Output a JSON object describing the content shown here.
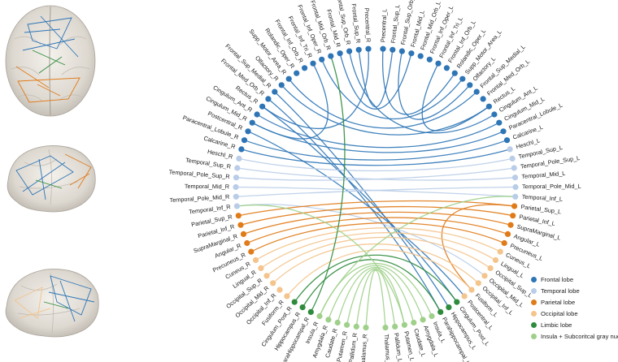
{
  "lobe_colors": {
    "frontal": "#2e75b6",
    "temporal": "#b9cde8",
    "parietal": "#e07b1a",
    "occipital": "#f3c48c",
    "limbic": "#2e8b3c",
    "insula_subcortical": "#9fd08a"
  },
  "legend": [
    {
      "label": "Frontal lobe",
      "color": "#2e75b6"
    },
    {
      "label": "Temporal lobe",
      "color": "#b9cde8"
    },
    {
      "label": "Parietal lobe",
      "color": "#e07b1a"
    },
    {
      "label": "Occipital lobe",
      "color": "#f3c48c"
    },
    {
      "label": "Limbic lobe",
      "color": "#2e8b3c"
    },
    {
      "label": "Insula + Subcoritcal gray nuclei",
      "color": "#9fd08a"
    }
  ],
  "nodes_right": [
    {
      "label": "Precentral_R",
      "lobe": "frontal"
    },
    {
      "label": "Frontal_Sup_R",
      "lobe": "frontal"
    },
    {
      "label": "Frontal_Sup_Orb_R",
      "lobe": "frontal"
    },
    {
      "label": "Frontal_Mid_R",
      "lobe": "frontal"
    },
    {
      "label": "Frontal_Mid_Orb_R",
      "lobe": "frontal"
    },
    {
      "label": "Frontal_Inf_Oper_R",
      "lobe": "frontal"
    },
    {
      "label": "Frontal_Inf_Tri_R",
      "lobe": "frontal"
    },
    {
      "label": "Frontal_Inf_Orb_R",
      "lobe": "frontal"
    },
    {
      "label": "Rolandic_Oper_R",
      "lobe": "frontal"
    },
    {
      "label": "Supp_Motor_Area_R",
      "lobe": "frontal"
    },
    {
      "label": "Olfactory_R",
      "lobe": "frontal"
    },
    {
      "label": "Frontal_Sup_Medial_R",
      "lobe": "frontal"
    },
    {
      "label": "Frontal_Med_Orb_R",
      "lobe": "frontal"
    },
    {
      "label": "Rectus_R",
      "lobe": "frontal"
    },
    {
      "label": "Cingulum_Ant_R",
      "lobe": "frontal"
    },
    {
      "label": "Cingulum_Mid_R",
      "lobe": "frontal"
    },
    {
      "label": "Postcentral_R",
      "lobe": "frontal"
    },
    {
      "label": "Paracentral_Lobule_R",
      "lobe": "frontal"
    },
    {
      "label": "Calcarine_R",
      "lobe": "frontal"
    },
    {
      "label": "Heschl_R",
      "lobe": "temporal"
    },
    {
      "label": "Temporal_Sup_R",
      "lobe": "temporal"
    },
    {
      "label": "Temporal_Pole_Sup_R",
      "lobe": "temporal"
    },
    {
      "label": "Temporal_Mid_R",
      "lobe": "temporal"
    },
    {
      "label": "Temporal_Pole_Mid_R",
      "lobe": "temporal"
    },
    {
      "label": "Temporal_Inf_R",
      "lobe": "temporal"
    },
    {
      "label": "Parietal_Sup_R",
      "lobe": "parietal"
    },
    {
      "label": "Parietal_Inf_R",
      "lobe": "parietal"
    },
    {
      "label": "SupraMarginal_R",
      "lobe": "parietal"
    },
    {
      "label": "Angular_R",
      "lobe": "parietal"
    },
    {
      "label": "Precuneus_R",
      "lobe": "parietal"
    },
    {
      "label": "Cuneus_R",
      "lobe": "occipital"
    },
    {
      "label": "Lingual_R",
      "lobe": "occipital"
    },
    {
      "label": "Occipital_Sup_R",
      "lobe": "occipital"
    },
    {
      "label": "Occipital_Mid_R",
      "lobe": "occipital"
    },
    {
      "label": "Occipital_Inf_R",
      "lobe": "occipital"
    },
    {
      "label": "Fusiform_R",
      "lobe": "occipital"
    },
    {
      "label": "Cingulum_Post_R",
      "lobe": "limbic"
    },
    {
      "label": "Hippocampus_R",
      "lobe": "limbic"
    },
    {
      "label": "ParaHippocampal_R",
      "lobe": "limbic"
    },
    {
      "label": "Insula_R",
      "lobe": "insula_subcortical"
    },
    {
      "label": "Amygdala_R",
      "lobe": "insula_subcortical"
    },
    {
      "label": "Caudate_R",
      "lobe": "insula_subcortical"
    },
    {
      "label": "Putamen_R",
      "lobe": "insula_subcortical"
    },
    {
      "label": "Pallidum_R",
      "lobe": "insula_subcortical"
    },
    {
      "label": "Thalamus_R",
      "lobe": "insula_subcortical"
    }
  ],
  "nodes_left": [
    {
      "label": "Precentral_L",
      "lobe": "frontal"
    },
    {
      "label": "Frontal_Sup_L",
      "lobe": "frontal"
    },
    {
      "label": "Frontal_Sup_Orb_L",
      "lobe": "frontal"
    },
    {
      "label": "Frontal_Mid_L",
      "lobe": "frontal"
    },
    {
      "label": "Frontal_Mid_Orb_L",
      "lobe": "frontal"
    },
    {
      "label": "Frontal_Inf_Oper_L",
      "lobe": "frontal"
    },
    {
      "label": "Frontal_Inf_Tri_L",
      "lobe": "frontal"
    },
    {
      "label": "Frontal_Inf_Orb_L",
      "lobe": "frontal"
    },
    {
      "label": "Rolandic_Oper_L",
      "lobe": "frontal"
    },
    {
      "label": "Supp_Motor_Area_L",
      "lobe": "frontal"
    },
    {
      "label": "Olfactory_L",
      "lobe": "frontal"
    },
    {
      "label": "Frontal_Sup_Medial_L",
      "lobe": "frontal"
    },
    {
      "label": "Frontal_Med_Orb_L",
      "lobe": "frontal"
    },
    {
      "label": "Rectus_L",
      "lobe": "frontal"
    },
    {
      "label": "Cingulum_Ant_L",
      "lobe": "frontal"
    },
    {
      "label": "Cingulum_Mid_L",
      "lobe": "frontal"
    },
    {
      "label": "Paracentral_Lobule_L",
      "lobe": "frontal"
    },
    {
      "label": "Calcarine_L",
      "lobe": "frontal"
    },
    {
      "label": "Heschl_L",
      "lobe": "temporal"
    },
    {
      "label": "Temporal_Sup_L",
      "lobe": "temporal"
    },
    {
      "label": "Temporal_Pole_Sup_L",
      "lobe": "temporal"
    },
    {
      "label": "Temporal_Mid_L",
      "lobe": "temporal"
    },
    {
      "label": "Temporal_Pole_Mid_L",
      "lobe": "temporal"
    },
    {
      "label": "Temporal_Inf_L",
      "lobe": "temporal"
    },
    {
      "label": "Parietal_Sup_L",
      "lobe": "parietal"
    },
    {
      "label": "Parietal_Inf_L",
      "lobe": "parietal"
    },
    {
      "label": "SupraMarginal_L",
      "lobe": "parietal"
    },
    {
      "label": "Angular_L",
      "lobe": "parietal"
    },
    {
      "label": "Precuneus_L",
      "lobe": "parietal"
    },
    {
      "label": "Cuneus_L",
      "lobe": "occipital"
    },
    {
      "label": "Lingual_L",
      "lobe": "occipital"
    },
    {
      "label": "Occipital_Sup_L",
      "lobe": "occipital"
    },
    {
      "label": "Occipital_Mid_L",
      "lobe": "occipital"
    },
    {
      "label": "Occipital_Inf_L",
      "lobe": "occipital"
    },
    {
      "label": "Fusiform_L",
      "lobe": "occipital"
    },
    {
      "label": "Postcentral_L",
      "lobe": "occipital"
    },
    {
      "label": "Cingulum_Post_L",
      "lobe": "limbic"
    },
    {
      "label": "Hippocampus_L",
      "lobe": "limbic"
    },
    {
      "label": "Parahippocampal_L",
      "lobe": "limbic"
    },
    {
      "label": "Insula_L",
      "lobe": "insula_subcortical"
    },
    {
      "label": "Amygdala_L",
      "lobe": "insula_subcortical"
    },
    {
      "label": "Caudate_L",
      "lobe": "insula_subcortical"
    },
    {
      "label": "Putamen_L",
      "lobe": "insula_subcortical"
    },
    {
      "label": "Pallidum_L",
      "lobe": "insula_subcortical"
    },
    {
      "label": "Thalamus_L",
      "lobe": "insula_subcortical"
    }
  ],
  "connections": [
    {
      "from": "R:Frontal_Sup_R",
      "to": "L:Frontal_Sup_L",
      "lobe": "frontal"
    },
    {
      "from": "R:Frontal_Mid_R",
      "to": "L:Frontal_Mid_L",
      "lobe": "frontal"
    },
    {
      "from": "R:Frontal_Sup_Orb_R",
      "to": "L:Cingulum_Ant_L",
      "lobe": "frontal"
    },
    {
      "from": "R:Frontal_Inf_Oper_R",
      "to": "L:Supp_Motor_Area_L",
      "lobe": "frontal"
    },
    {
      "from": "R:Supp_Motor_Area_R",
      "to": "L:Frontal_Sup_Medial_L",
      "lobe": "frontal"
    },
    {
      "from": "R:Olfactory_R",
      "to": "L:Rectus_L",
      "lobe": "frontal"
    },
    {
      "from": "R:Frontal_Sup_Medial_R",
      "to": "L:Hippocampus_L",
      "lobe": "frontal"
    },
    {
      "from": "R:Frontal_Med_Orb_R",
      "to": "L:Parahippocampal_L",
      "lobe": "frontal"
    },
    {
      "from": "R:Rectus_R",
      "to": "L:Cingulum_Post_L",
      "lobe": "frontal"
    },
    {
      "from": "R:Cingulum_Ant_R",
      "to": "L:Cingulum_Mid_L",
      "lobe": "frontal"
    },
    {
      "from": "R:Cingulum_Mid_R",
      "to": "L:Paracentral_Lobule_L",
      "lobe": "frontal"
    },
    {
      "from": "R:Postcentral_R",
      "to": "L:Postcentral_L",
      "lobe": "frontal"
    },
    {
      "from": "R:Paracentral_Lobule_R",
      "to": "L:Calcarine_L",
      "lobe": "frontal"
    },
    {
      "from": "R:Calcarine_R",
      "to": "L:Heschl_L",
      "lobe": "frontal"
    },
    {
      "from": "R:Frontal_Inf_Tri_R",
      "to": "R:Cingulum_Mid_R",
      "lobe": "frontal"
    },
    {
      "from": "R:Precentral_R",
      "to": "R:Rectus_R",
      "lobe": "frontal"
    },
    {
      "from": "L:Precentral_L",
      "to": "L:Rolandic_Oper_L",
      "lobe": "frontal"
    },
    {
      "from": "L:Frontal_Sup_Orb_L",
      "to": "L:Olfactory_L",
      "lobe": "frontal"
    },
    {
      "from": "L:Frontal_Inf_Tri_L",
      "to": "L:Rectus_L",
      "lobe": "frontal"
    },
    {
      "from": "R:Heschl_R",
      "to": "L:Temporal_Sup_L",
      "lobe": "temporal"
    },
    {
      "from": "R:Temporal_Sup_R",
      "to": "L:Temporal_Mid_L",
      "lobe": "temporal"
    },
    {
      "from": "R:Temporal_Pole_Sup_R",
      "to": "L:Temporal_Pole_Sup_L",
      "lobe": "temporal"
    },
    {
      "from": "R:Temporal_Mid_R",
      "to": "L:Temporal_Inf_L",
      "lobe": "temporal"
    },
    {
      "from": "R:Temporal_Pole_Mid_R",
      "to": "L:Temporal_Pole_Mid_L",
      "lobe": "temporal"
    },
    {
      "from": "R:Temporal_Inf_R",
      "to": "L:Occipital_Mid_L",
      "lobe": "temporal"
    },
    {
      "from": "R:Parietal_Sup_R",
      "to": "L:Parietal_Sup_L",
      "lobe": "parietal"
    },
    {
      "from": "R:Parietal_Inf_R",
      "to": "L:Parietal_Inf_L",
      "lobe": "parietal"
    },
    {
      "from": "R:SupraMarginal_R",
      "to": "L:SupraMarginal_L",
      "lobe": "parietal"
    },
    {
      "from": "R:Angular_R",
      "to": "L:Angular_L",
      "lobe": "parietal"
    },
    {
      "from": "R:Precuneus_R",
      "to": "L:Precuneus_L",
      "lobe": "parietal"
    },
    {
      "from": "L:Parietal_Sup_L",
      "to": "L:Fusiform_L",
      "lobe": "parietal"
    },
    {
      "from": "R:Cuneus_R",
      "to": "L:Cuneus_L",
      "lobe": "occipital"
    },
    {
      "from": "R:Lingual_R",
      "to": "L:Lingual_L",
      "lobe": "occipital"
    },
    {
      "from": "R:Occipital_Sup_R",
      "to": "L:Occipital_Sup_L",
      "lobe": "occipital"
    },
    {
      "from": "R:Occipital_Mid_R",
      "to": "L:Occipital_Inf_L",
      "lobe": "occipital"
    },
    {
      "from": "R:Fusiform_R",
      "to": "L:Fusiform_L",
      "lobe": "occipital"
    },
    {
      "from": "R:Cingulum_Post_R",
      "to": "L:Cingulum_Post_L",
      "lobe": "limbic"
    },
    {
      "from": "R:Hippocampus_R",
      "to": "L:Parahippocampal_L",
      "lobe": "limbic"
    },
    {
      "from": "R:ParaHippocampal_R",
      "to": "R:Frontal_Mid_Orb_R",
      "lobe": "limbic"
    },
    {
      "from": "R:Insula_R",
      "to": "L:Insula_L",
      "lobe": "insula_subcortical"
    },
    {
      "from": "R:Amygdala_R",
      "to": "L:Amygdala_L",
      "lobe": "insula_subcortical"
    },
    {
      "from": "R:Caudate_R",
      "to": "L:Caudate_L",
      "lobe": "insula_subcortical"
    },
    {
      "from": "R:Putamen_R",
      "to": "L:Putamen_L",
      "lobe": "insula_subcortical"
    },
    {
      "from": "R:Pallidum_R",
      "to": "L:Pallidum_L",
      "lobe": "insula_subcortical"
    },
    {
      "from": "R:Thalamus_R",
      "to": "L:Thalamus_L",
      "lobe": "insula_subcortical"
    },
    {
      "from": "R:Insula_R",
      "to": "L:Temporal_Inf_L",
      "lobe": "insula_subcortical"
    },
    {
      "from": "L:Putamen_L",
      "to": "R:Temporal_Inf_R",
      "lobe": "insula_subcortical"
    }
  ]
}
